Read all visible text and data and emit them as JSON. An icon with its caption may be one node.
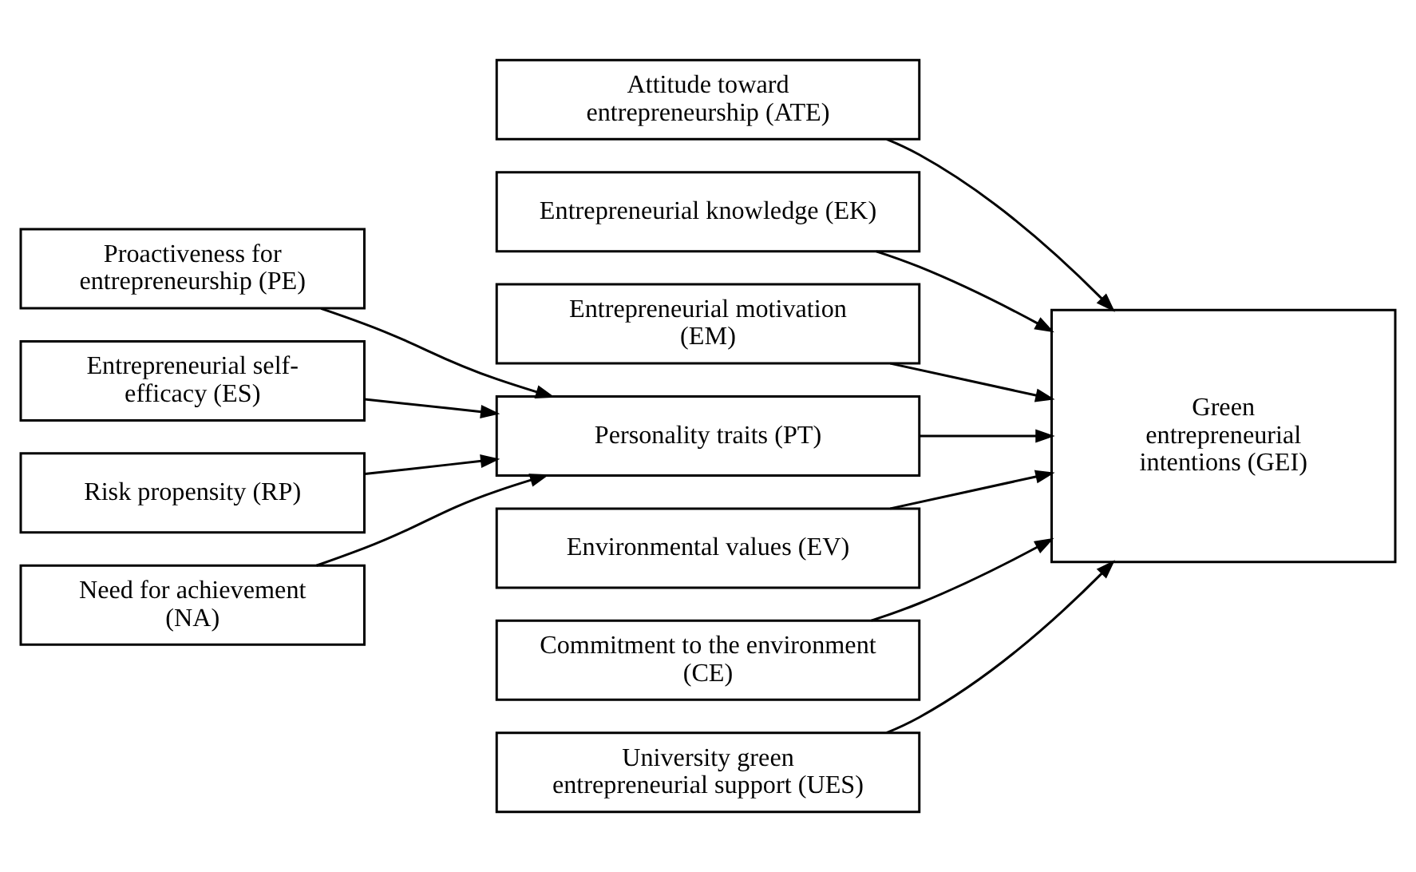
{
  "diagram": {
    "nodes": [
      {
        "text": [
          "Attitude toward entrepreneurship (ATE)"
        ]
      },
      {
        "text": [
          "Entrepreneurial knowledge (EK)"
        ]
      },
      {
        "text": [
          "Proactiveness for entrepreneurship (PE)"
        ]
      },
      {
        "text": [
          "Entrepreneurial motivation (EM)"
        ]
      },
      {
        "text": [
          "Entrepreneurial self-efficacy (ES)"
        ]
      },
      {
        "text": [
          "Personality traits (PT)"
        ]
      },
      {
        "text": [
          "Green entrepreneurial intentions (GEI)"
        ]
      },
      {
        "text": [
          "Risk propensity (RP)"
        ]
      },
      {
        "text": [
          "Environmental values (EV)"
        ]
      },
      {
        "text": [
          "Need for achievement (NA)"
        ]
      },
      {
        "text": [
          "Commitment to the environment (CE)"
        ]
      },
      {
        "text": [
          "University green entrepreneurial support (UES)"
        ]
      }
    ],
    "edges": [
      {
        "from": 0,
        "to": 6,
        "arrow": "to"
      },
      {
        "from": 1,
        "to": 6,
        "arrow": "to"
      },
      {
        "from": 3,
        "to": 6,
        "arrow": "to"
      },
      {
        "from": 5,
        "to": 6,
        "arrow": "to"
      },
      {
        "from": 8,
        "to": 6,
        "arrow": "to"
      },
      {
        "from": 10,
        "to": 6,
        "arrow": "to"
      },
      {
        "from": 11,
        "to": 6,
        "arrow": "to"
      },
      {
        "from": 2,
        "to": 5,
        "arrow": "to"
      },
      {
        "from": 4,
        "to": 5,
        "arrow": "to"
      },
      {
        "from": 7,
        "to": 5,
        "arrow": "to"
      },
      {
        "from": 9,
        "to": 5,
        "arrow": "to"
      }
    ]
  }
}
